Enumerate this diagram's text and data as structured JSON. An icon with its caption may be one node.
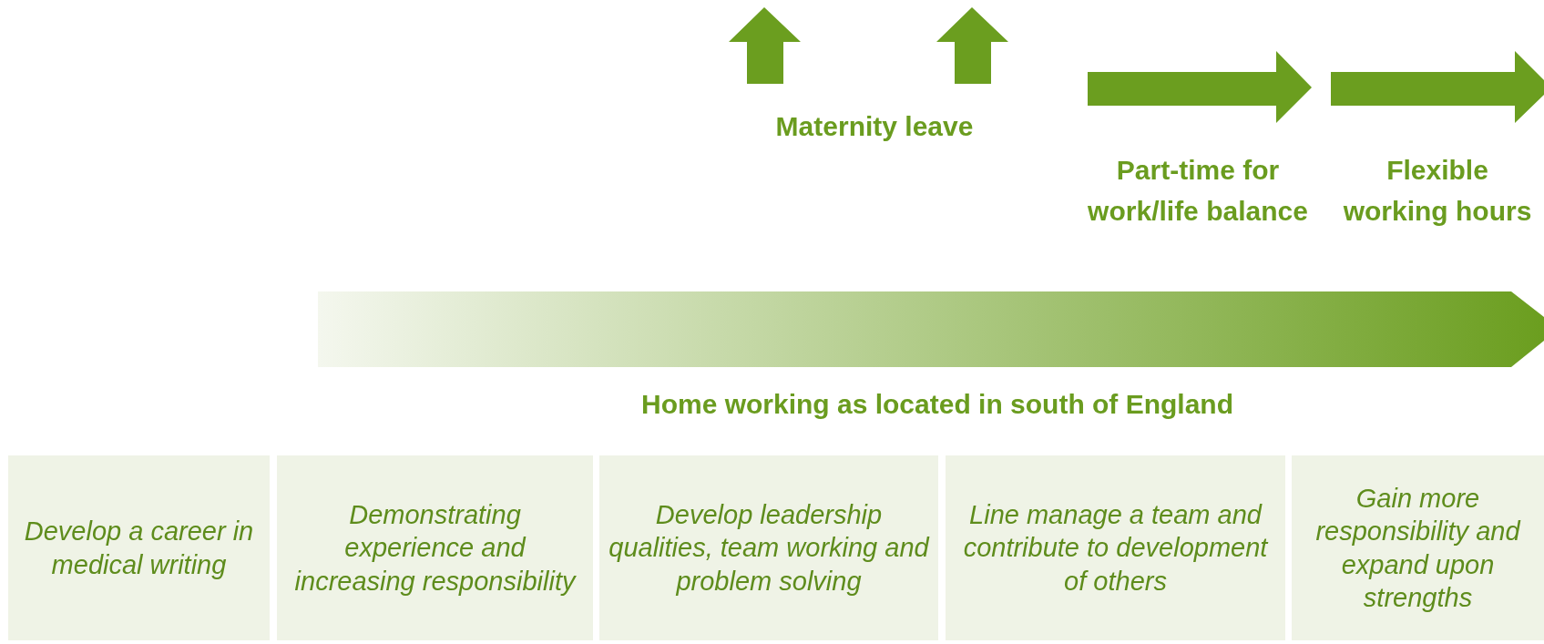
{
  "diagram": {
    "nodes": [
      {
        "text": [
          "Maternity leave"
        ]
      },
      {
        "text": [
          "Part-time for work/life balance"
        ]
      },
      {
        "text": [
          "Flexible working hours"
        ]
      },
      {
        "text": [
          "Home working as located in south of England"
        ]
      },
      {
        "text": [
          "Develop a career in medical writing"
        ]
      },
      {
        "text": [
          "Demonstrating experience and increasing responsibility"
        ]
      },
      {
        "text": [
          "Develop leadership qualities, team working and problem solving"
        ]
      },
      {
        "text": [
          "Line manage a team and contribute to development of others"
        ]
      },
      {
        "text": [
          "Gain more responsibility and expand upon strengths"
        ]
      }
    ]
  }
}
